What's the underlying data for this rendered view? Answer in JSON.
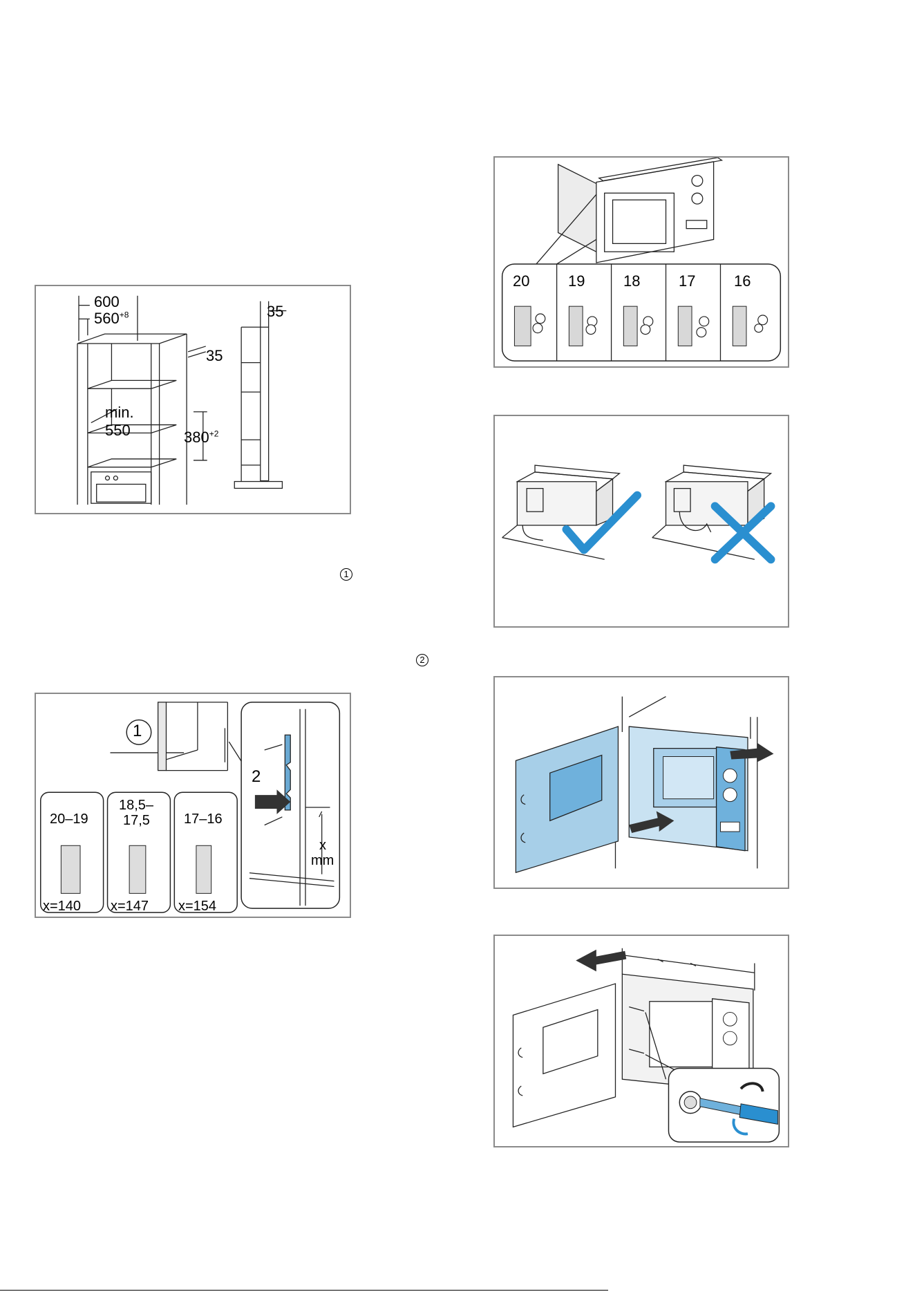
{
  "fig_cabinet": {
    "dim_600": "600",
    "dim_560": "560",
    "dim_560_tol": "+8",
    "dim_35_top": "35",
    "dim_min": "min.",
    "dim_550": "550",
    "dim_380": "380",
    "dim_380_tol": "+2",
    "dim_35_side": "35"
  },
  "callouts": {
    "one": "1",
    "two": "2"
  },
  "fig_brackets": {
    "marker_1": "1",
    "marker_2": "2",
    "panels": [
      {
        "range": "20–19",
        "range_line2": "",
        "x": "x=140"
      },
      {
        "range": "18,5–",
        "range_line2": "17,5",
        "x": "x=147"
      },
      {
        "range": "17–16",
        "range_line2": "",
        "x": "x=154"
      }
    ],
    "x_label": "x",
    "mm_label": "mm"
  },
  "fig_thickness": {
    "values": [
      "20",
      "19",
      "18",
      "17",
      "16"
    ]
  }
}
